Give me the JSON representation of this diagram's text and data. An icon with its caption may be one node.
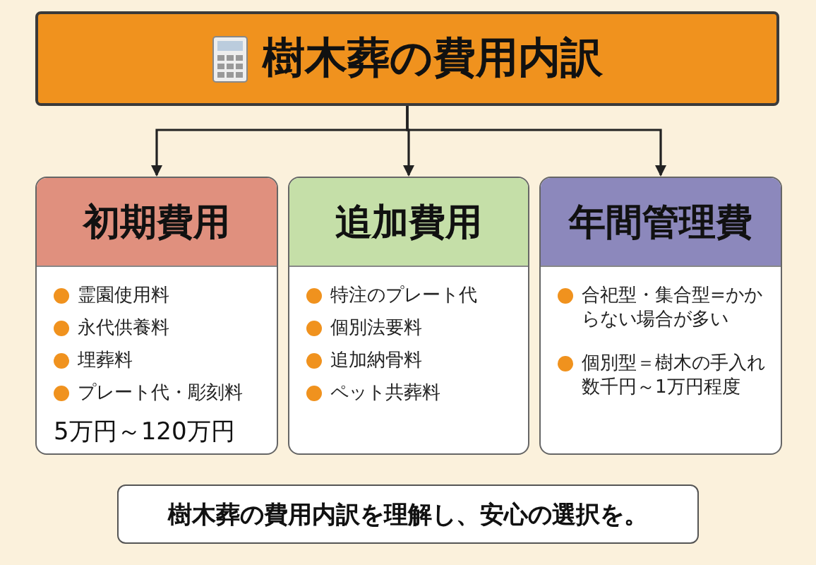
{
  "diagram": {
    "nodes": [
      {
        "text": [
          "樹木葬の費用内訳"
        ]
      },
      {
        "text": [
          "初期費用",
          "霊園使用料",
          "永代供養料",
          "埋葬料",
          "プレート代・彫刻料",
          "5万円～120万円"
        ]
      },
      {
        "text": [
          "追加費用",
          "特注のプレート代",
          "個別法要料",
          "追加納骨料",
          "ペット共葬料"
        ]
      },
      {
        "text": [
          "年間管理費",
          "合祀型・集合型=かからない場合が多い",
          "個別型＝樹木の手入れ数千円～1万円程度"
        ]
      },
      {
        "text": [
          "樹木葬の費用内訳を理解し、安心の選択を。"
        ]
      }
    ],
    "edges": [
      {
        "from": 0,
        "to": 1,
        "arrow": "to"
      },
      {
        "from": 0,
        "to": 2,
        "arrow": "to"
      },
      {
        "from": 0,
        "to": 3,
        "arrow": "to"
      }
    ]
  }
}
